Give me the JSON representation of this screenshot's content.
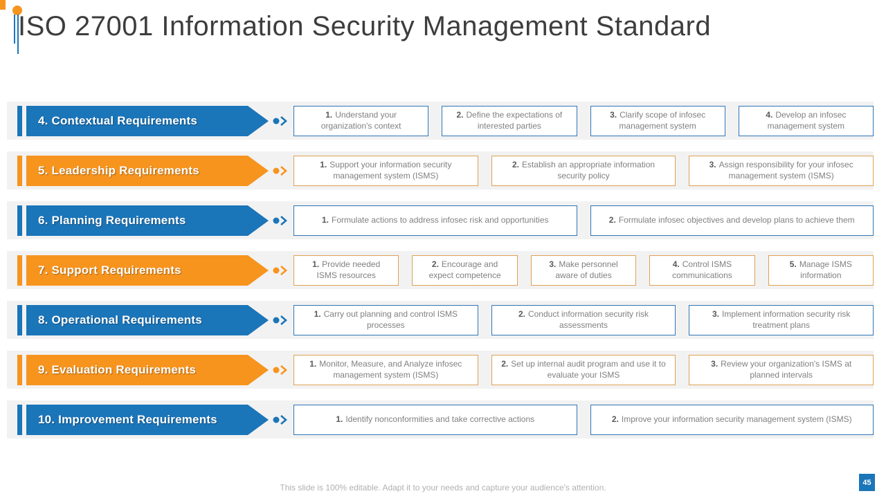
{
  "slide": {
    "title": "ISO 27001 Information Security Management Standard",
    "footer": "This slide is 100% editable. Adapt it to your needs and capture your audience's attention.",
    "page_number": "45"
  },
  "colors": {
    "blue": "#1b75b9",
    "orange": "#f7941e",
    "band_gray": "#f2f2f2",
    "box_border_blue": "#2e75b6",
    "box_border_orange": "#dda153",
    "box_text": "#808080",
    "box_number": "#595959"
  },
  "rows": [
    {
      "label": "4. Contextual Requirements",
      "color": "blue",
      "items": [
        {
          "num": "1.",
          "text": "Understand your organization's context"
        },
        {
          "num": "2.",
          "text": "Define the expectations of interested parties"
        },
        {
          "num": "3.",
          "text": "Clarify scope of infosec management system"
        },
        {
          "num": "4.",
          "text": "Develop an infosec management system"
        }
      ]
    },
    {
      "label": "5. Leadership Requirements",
      "color": "orange",
      "items": [
        {
          "num": "1.",
          "text": "Support your information security management system (ISMS)"
        },
        {
          "num": "2.",
          "text": "Establish an appropriate information security policy"
        },
        {
          "num": "3.",
          "text": "Assign responsibility for your infosec management system (ISMS)"
        }
      ]
    },
    {
      "label": "6. Planning Requirements",
      "color": "blue",
      "items": [
        {
          "num": "1.",
          "text": "Formulate actions to address infosec risk and opportunities"
        },
        {
          "num": "2.",
          "text": "Formulate infosec objectives and develop plans to achieve them"
        }
      ]
    },
    {
      "label": "7. Support Requirements",
      "color": "orange",
      "items": [
        {
          "num": "1.",
          "text": "Provide needed ISMS resources"
        },
        {
          "num": "2.",
          "text": "Encourage and expect competence"
        },
        {
          "num": "3.",
          "text": "Make personnel aware of duties"
        },
        {
          "num": "4.",
          "text": "Control ISMS communications"
        },
        {
          "num": "5.",
          "text": "Manage ISMS information"
        }
      ]
    },
    {
      "label": "8. Operational Requirements",
      "color": "blue",
      "items": [
        {
          "num": "1.",
          "text": "Carry out planning and control ISMS processes"
        },
        {
          "num": "2.",
          "text": "Conduct information security risk assessments"
        },
        {
          "num": "3.",
          "text": "Implement information security risk treatment plans"
        }
      ]
    },
    {
      "label": "9. Evaluation Requirements",
      "color": "orange",
      "items": [
        {
          "num": "1.",
          "text": "Monitor, Measure, and Analyze infosec management system (ISMS)"
        },
        {
          "num": "2.",
          "text": "Set up internal audit program and use it to evaluate your ISMS"
        },
        {
          "num": "3.",
          "text": "Review your organization's ISMS at planned intervals"
        }
      ]
    },
    {
      "label": "10. Improvement Requirements",
      "color": "blue",
      "items": [
        {
          "num": "1.",
          "text": "Identify nonconformities and take corrective actions"
        },
        {
          "num": "2.",
          "text": "Improve your information security management system (ISMS)"
        }
      ]
    }
  ]
}
